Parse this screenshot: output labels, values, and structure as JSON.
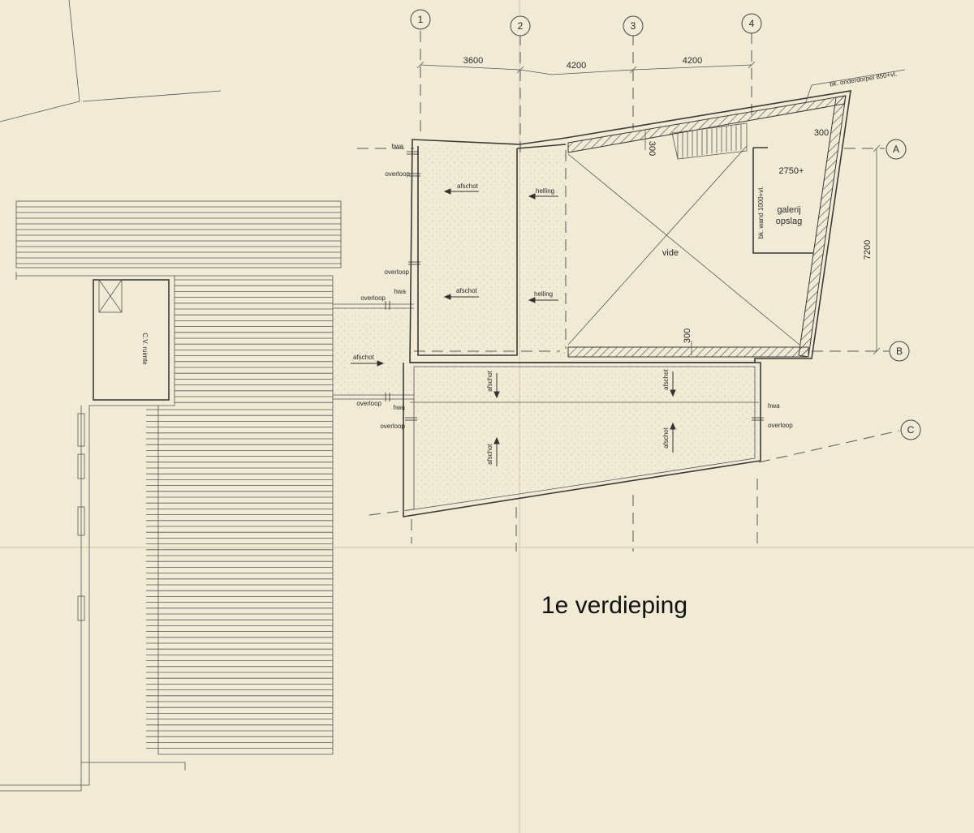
{
  "title": "1e verdieping",
  "grid": {
    "columns": [
      "1",
      "2",
      "3",
      "4"
    ],
    "rows": [
      "A",
      "B",
      "C"
    ]
  },
  "dimensions": {
    "bay_1_2": "3600",
    "bay_2_3": "4200",
    "bay_3_4": "4200",
    "depth_a_b": "7200",
    "wall_top": "300",
    "wall_corner": "300",
    "wall_bottom": "300",
    "level": "2750+"
  },
  "rooms": {
    "void": "vide",
    "gallery_line1": "galerij",
    "gallery_line2": "opslag",
    "cv": "C.V. ruimte"
  },
  "notes": {
    "sill": "bk. onderdorpel 850+vl.",
    "wall_height": "bk. wand 1000+vl."
  },
  "labels": {
    "hwa": "hwa",
    "overloop": "overloop",
    "afschot": "afschot",
    "helling": "helling"
  },
  "colors": {
    "paper": "#f1ebd6",
    "ink": "#3a3a3a"
  }
}
